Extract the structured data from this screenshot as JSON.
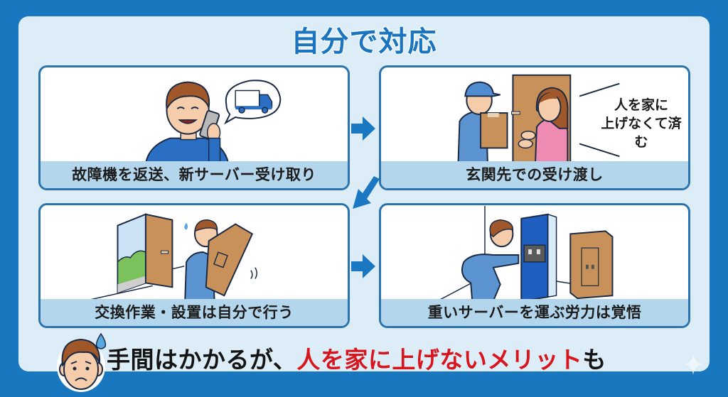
{
  "title": "自分で対応",
  "colors": {
    "background": "#1877bf",
    "canvas": "#dcedf7",
    "title": "#1b74bf",
    "panel_border": "#2a73ad",
    "caption_band": "#b3d6ec",
    "arrow": "#1a78c2",
    "highlight_red": "#d8141c"
  },
  "steps": [
    {
      "caption": "故障機を返送、新サーバー受け取り",
      "illustration": "man-on-phone-with-truck-speech-bubble"
    },
    {
      "caption": "玄関先での受け渡し",
      "illustration": "delivery-worker-handing-box-at-door",
      "speech": [
        "人を家に",
        "上げなくて済む"
      ]
    },
    {
      "caption": "交換作業・設置は自分で行う",
      "illustration": "man-carrying-heavy-box-through-door"
    },
    {
      "caption": "重いサーバーを運ぶ労力は覚悟",
      "illustration": "man-installing-water-server"
    }
  ],
  "arrows": [
    "arrow-right",
    "arrow-down-left",
    "arrow-right"
  ],
  "summary": {
    "prefix": "手間はかかるが、",
    "highlight": "人を家に上げないメリット",
    "suffix": "も",
    "icon": "worried-face-icon"
  }
}
